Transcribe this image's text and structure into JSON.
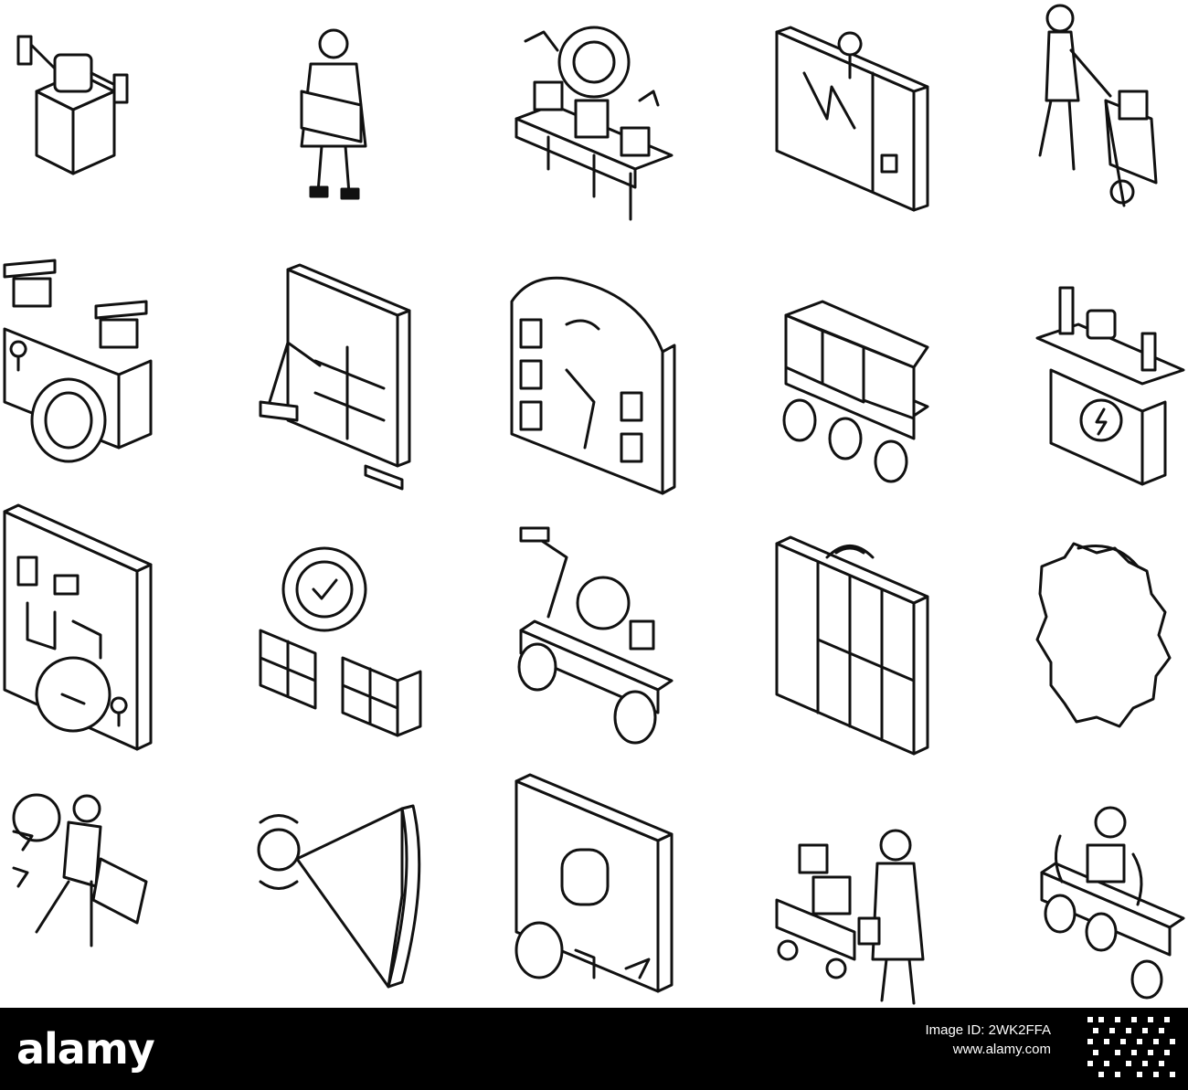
{
  "icon_sheet": {
    "columns": 5,
    "rows": 4,
    "icons": [
      "robot-arms-box-icon",
      "humanoid-robot-holding-sign-icon",
      "conveyor-robot-boxes-icon",
      "tablet-with-map-pin-icon",
      "worker-hand-truck-icon",
      "drone-delivery-robot-icon",
      "robotic-arm-shelf-icon",
      "arched-door-robot-arm-icon",
      "cargo-cart-boxes-icon",
      "charging-station-robot-icon",
      "warehouse-floor-plan-icon",
      "boxes-checkmark-badge-icon",
      "wheeled-robot-arm-icon",
      "locker-cabinet-wifi-icon",
      "gear-cog-icon",
      "running-courier-package-icon",
      "robot-scanner-beam-icon",
      "delivery-robot-screen-icon",
      "worker-with-cart-icon",
      "rover-robot-wifi-icon"
    ]
  },
  "footer": {
    "brand": "alamy",
    "image_id": "Image ID: 2WK2FFA",
    "site": "www.alamy.com",
    "background": "#000000"
  }
}
